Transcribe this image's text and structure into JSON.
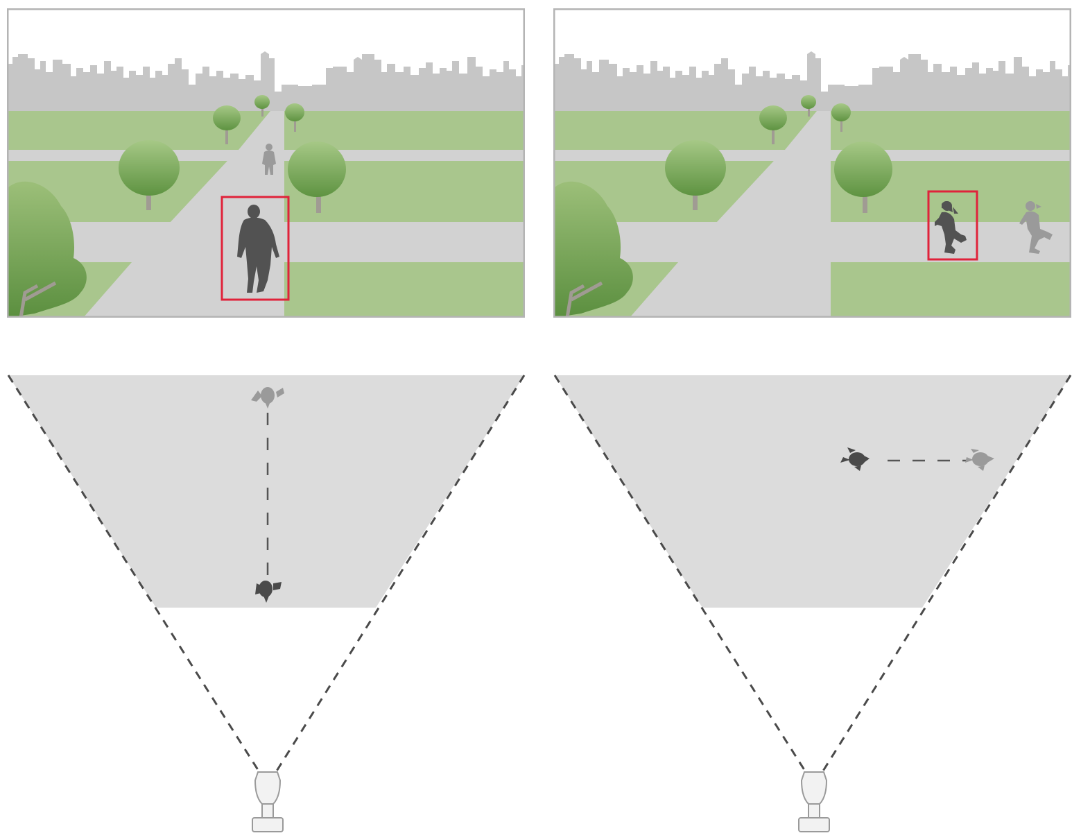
{
  "colors": {
    "sky": "#ffffff",
    "skyline": "#c6c6c6",
    "grass": "#a9c68d",
    "path": "#d2d2d2",
    "frame": "#b4b4b4",
    "tree_light": "#9cc07a",
    "tree_dark": "#5f9440",
    "trunk": "#a09b93",
    "person_near": "#525252",
    "person_far": "#9a9a9a",
    "detection_box": "#e0223a",
    "fov_fill": "#dcdcdc",
    "fov_line": "#4a4a4a",
    "camera": "#f0f0f0"
  },
  "panels": [
    {
      "id": "left",
      "movement": "toward-camera",
      "icons": [
        "city-skyline-icon",
        "tree-icon",
        "walking-person-icon",
        "detection-box",
        "camera-icon",
        "person-topview-icon"
      ]
    },
    {
      "id": "right",
      "movement": "across-view",
      "icons": [
        "city-skyline-icon",
        "tree-icon",
        "running-person-icon",
        "detection-box",
        "camera-icon",
        "person-topview-icon"
      ]
    }
  ]
}
